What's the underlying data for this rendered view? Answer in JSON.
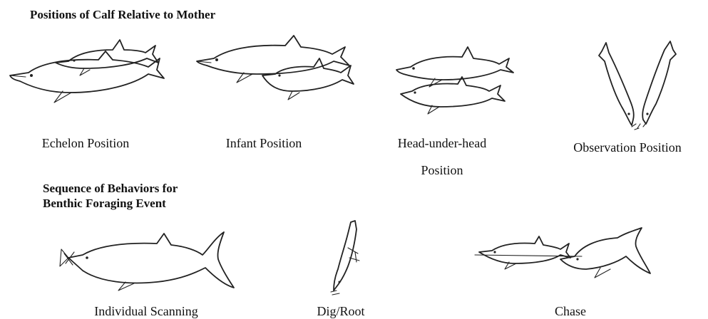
{
  "section_positions": {
    "title": "Positions of Calf Relative to Mother",
    "items": [
      {
        "label": "Echelon Position"
      },
      {
        "label": "Infant Position"
      },
      {
        "label_line1": "Head-under-head",
        "label_line2": "Position"
      },
      {
        "label": "Observation Position"
      }
    ]
  },
  "section_foraging": {
    "title_line1": "Sequence of Behaviors for",
    "title_line2": "Benthic Foraging Event",
    "items": [
      {
        "label": "Individual Scanning"
      },
      {
        "label": "Dig/Root"
      },
      {
        "label": "Chase"
      }
    ]
  }
}
